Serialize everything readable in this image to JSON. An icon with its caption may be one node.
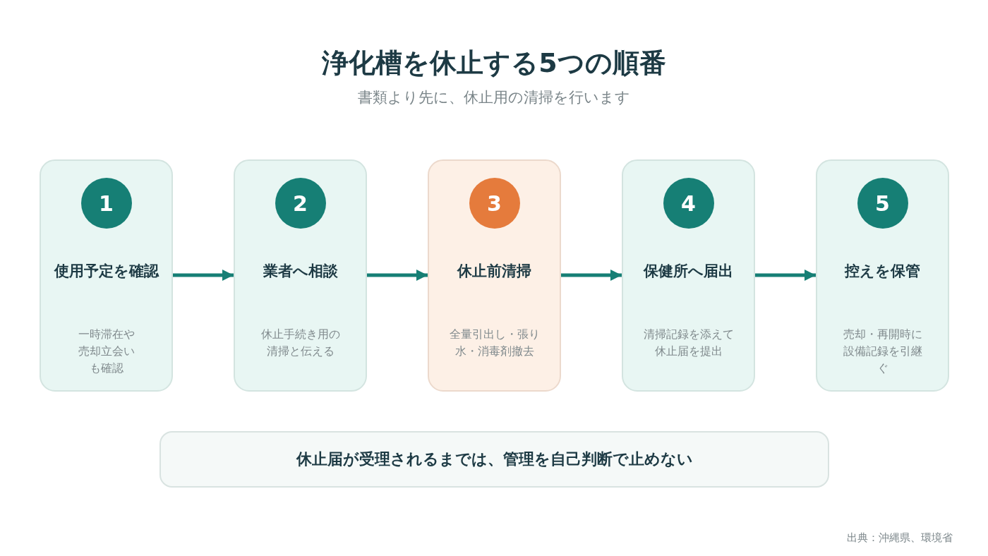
{
  "diagram": {
    "title": "浄化槽を休止する5つの順番",
    "caption": "書類より先に、休止用の清掃を行います",
    "nodes": [
      {
        "text": [
          "1",
          "使用予定を確認",
          "一時滞在や売却立会いも確認"
        ]
      },
      {
        "text": [
          "2",
          "業者へ相談",
          "休止手続き用の清掃と伝える"
        ]
      },
      {
        "text": [
          "3",
          "休止前清掃",
          "全量引出し・張り水・消毒剤撤去"
        ]
      },
      {
        "text": [
          "4",
          "保健所へ届出",
          "清掃記録を添えて休止届を提出"
        ]
      },
      {
        "text": [
          "5",
          "控えを保管",
          "売却・再開時に設備記録を引継ぐ"
        ]
      },
      {
        "text": [
          "休止届が受理されるまでは、管理を自己判断で止めない"
        ]
      }
    ],
    "edges": [
      {
        "from": 0,
        "to": 1,
        "arrow": "to"
      },
      {
        "from": 1,
        "to": 2,
        "arrow": "to"
      },
      {
        "from": 2,
        "to": 3,
        "arrow": "to"
      },
      {
        "from": 3,
        "to": 4,
        "arrow": "to"
      }
    ],
    "labels": [
      "出典：沖縄県、環境省"
    ]
  }
}
